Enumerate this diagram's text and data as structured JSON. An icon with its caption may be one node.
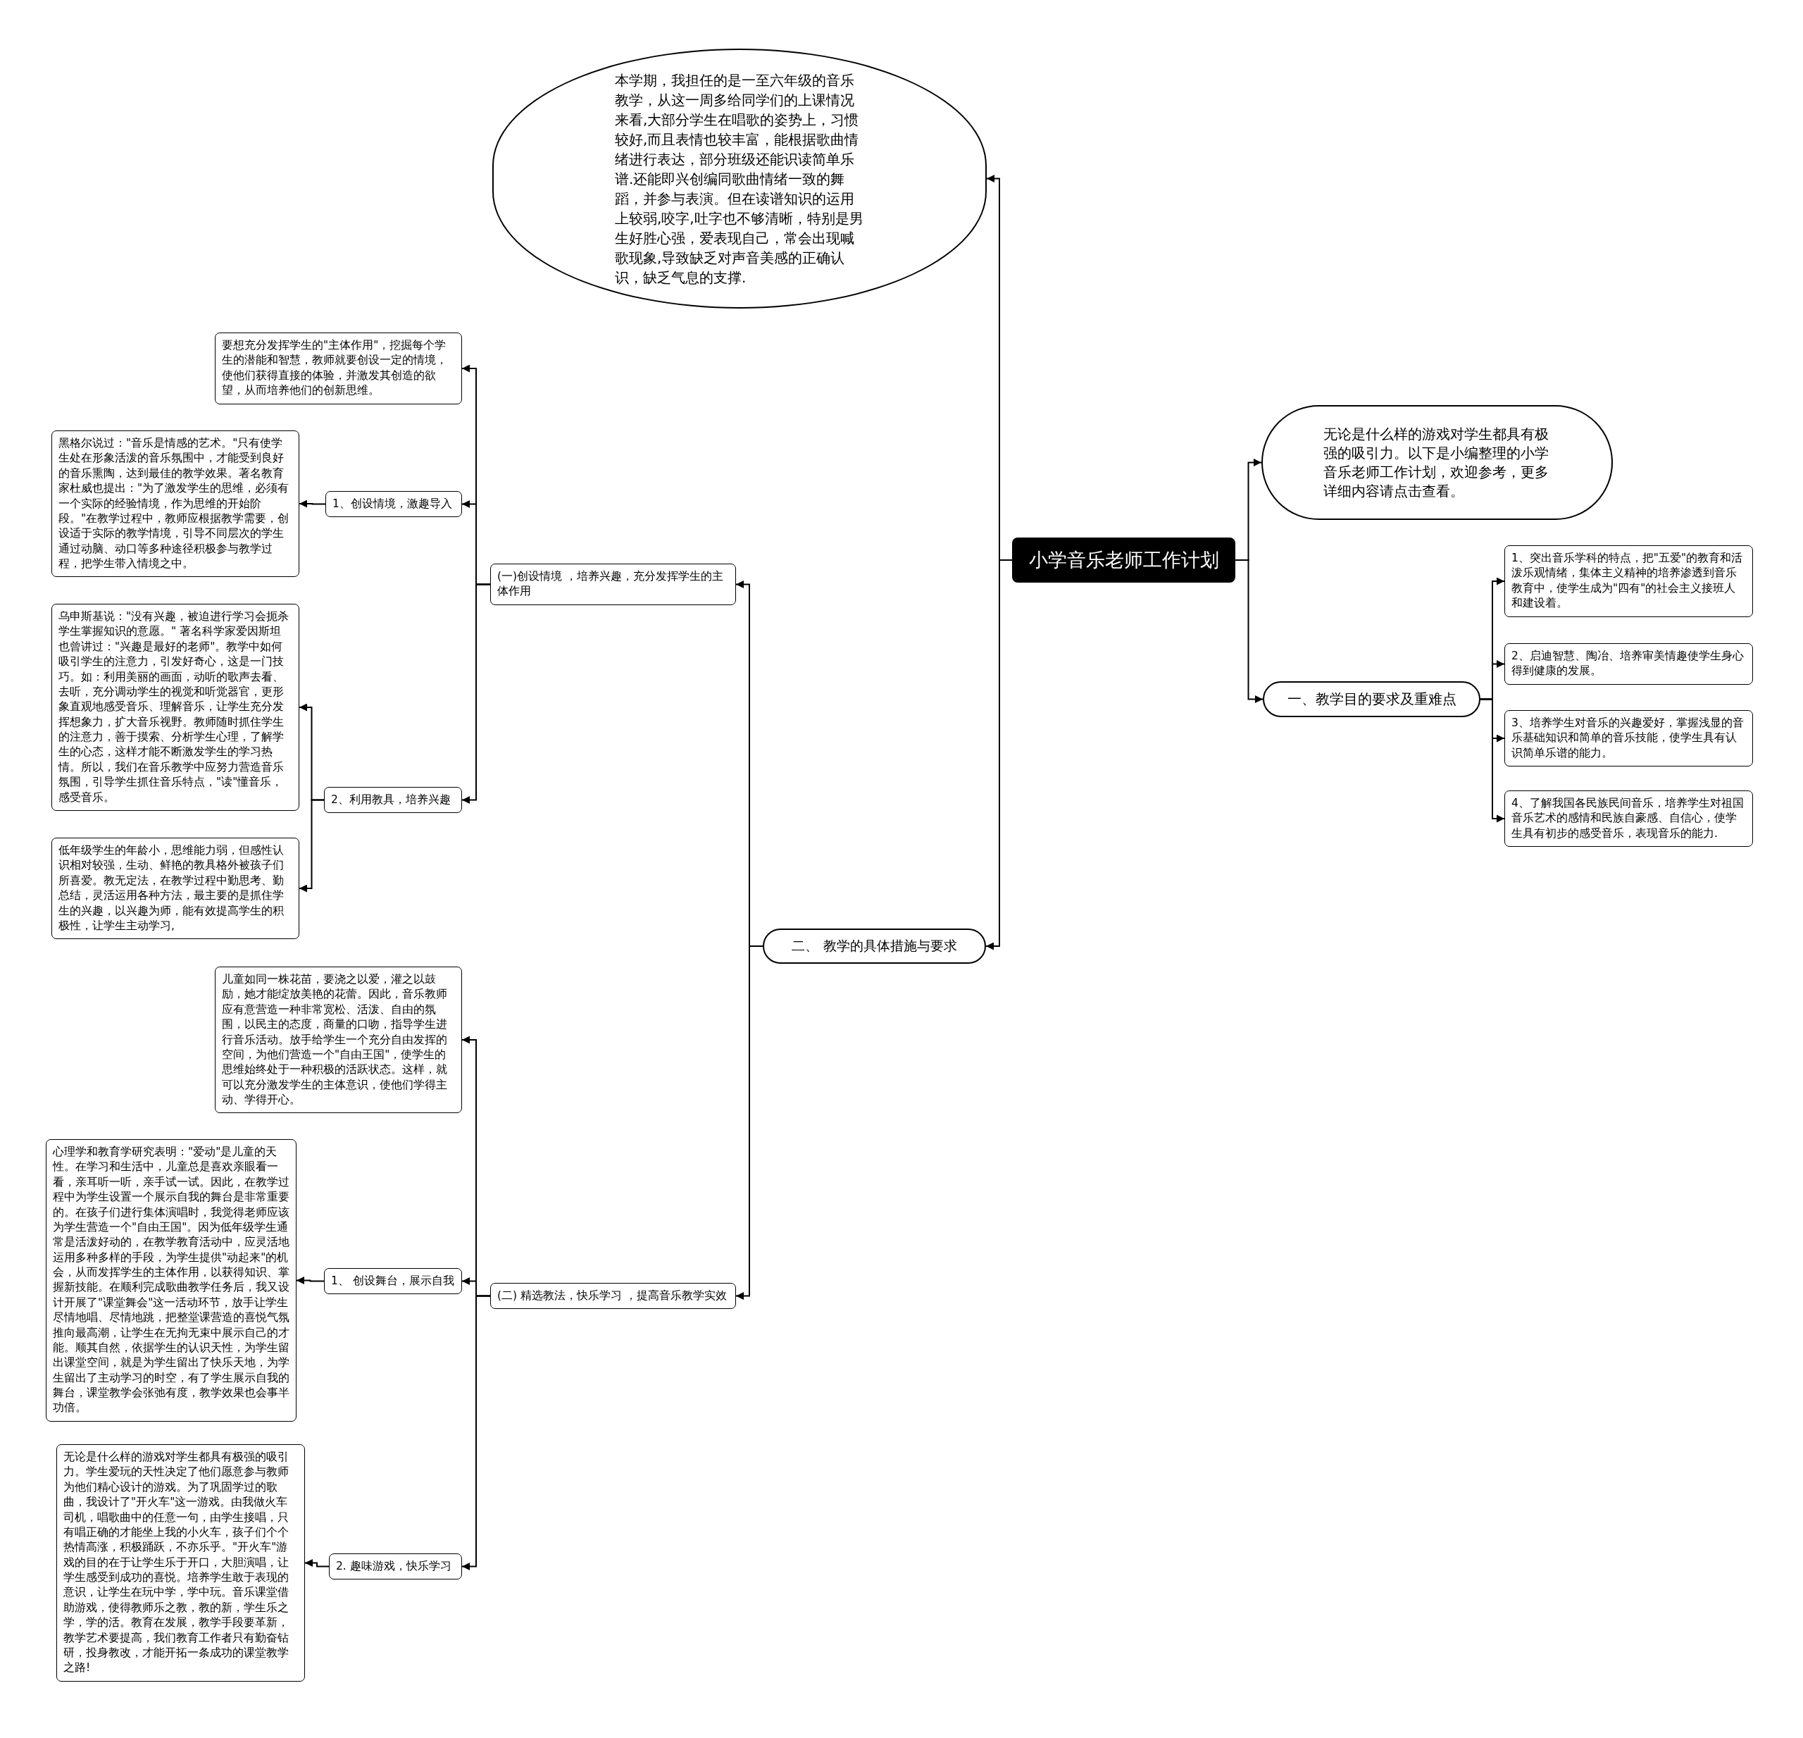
{
  "diagram": {
    "nodes": [
      {
        "text": [
          "小学音乐老师工作计划"
        ]
      },
      {
        "text": [
          "无论是什么样的游戏对学生都具有极强的吸引力。以下是小编整理的小学音乐老师工作计划，欢迎参考，更多详细内容请点击查看。"
        ]
      },
      {
        "text": [
          "一、教学目的要求及重难点"
        ]
      },
      {
        "text": [
          "1、突出音乐学科的特点，把\"五爱\"的教育和活泼乐观情绪，集体主义精神的培养渗透到音乐教育中，使学生成为\"四有\"的社会主义接班人和建设着。"
        ]
      },
      {
        "text": [
          "2、启迪智慧、陶冶、培养审美情趣使学生身心得到健康的发展。"
        ]
      },
      {
        "text": [
          "3、培养学生对音乐的兴趣爱好，掌握浅显的音乐基础知识和简单的音乐技能，使学生具有认识简单乐谱的能力。"
        ]
      },
      {
        "text": [
          "4、了解我国各民族民间音乐，培养学生对祖国音乐艺术的感情和民族自豪感、自信心，使学生具有初步的感受音乐，表现音乐的能力."
        ]
      },
      {
        "text": [
          "本学期，我担任的是一至六年级的音乐教学，从这一周多给同学们的上课情况来看,大部分学生在唱歌的姿势上，习惯较好,而且表情也较丰富，能根据歌曲情绪进行表达，部分班级还能识读简单乐谱.还能即兴创编同歌曲情绪一致的舞蹈，并参与表演。但在读谱知识的运用上较弱,咬字,吐字也不够清晰，特别是男生好胜心强，爱表现自己，常会出现喊歌现象,导致缺乏对声音美感的正确认识，缺乏气息的支撑."
        ]
      },
      {
        "text": [
          "二、 教学的具体措施与要求"
        ]
      },
      {
        "text": [
          "(一)创设情境 ，培养兴趣，充分发挥学生的主体作用"
        ]
      },
      {
        "text": [
          "要想充分发挥学生的\"主体作用\"，挖掘每个学生的潜能和智慧，教师就要创设一定的情境，使他们获得直接的体验，并激发其创造的欲望，从而培养他们的创新思维。"
        ]
      },
      {
        "text": [
          "1、创设情境，激趣导入"
        ]
      },
      {
        "text": [
          "黑格尔说过：\"音乐是情感的艺术。\"只有使学生处在形象活泼的音乐氛围中，才能受到良好的音乐熏陶，达到最佳的教学效果。著名教育家杜威也提出：\"为了激发学生的思维，必须有一个实际的经验情境，作为思维的开始阶段。\"在教学过程中，教师应根据教学需要，创设适于实际的教学情境，引导不同层次的学生通过动脑、动口等多种途径积极参与教学过程，把学生带入情境之中。"
        ]
      },
      {
        "text": [
          "2、利用教具，培养兴趣"
        ]
      },
      {
        "text": [
          "乌申斯基说：\"没有兴趣，被迫进行学习会扼杀学生掌握知识的意愿。\" 著名科学家爱因斯坦也曾讲过：\"兴趣是最好的老师\"。教学中如何吸引学生的注意力，引发好奇心，这是一门技巧。如：利用美丽的画面，动听的歌声去看、去听，充分调动学生的视觉和听觉器官，更形象直观地感受音乐、理解音乐，让学生充分发挥想象力，扩大音乐视野。教师随时抓住学生的注意力，善于摸索、分析学生心理，了解学生的心态，这样才能不断激发学生的学习热情。所以，我们在音乐教学中应努力营造音乐氛围，引导学生抓住音乐特点，\"读\"懂音乐，感受音乐。"
        ]
      },
      {
        "text": [
          "低年级学生的年龄小，思维能力弱，但感性认识相对较强，生动、鲜艳的教具格外被孩子们所喜爱。教无定法，在教学过程中勤思考、勤总结，灵活运用各种方法，最主要的是抓住学生的兴趣，以兴趣为师，能有效提高学生的积极性，让学生主动学习,"
        ]
      },
      {
        "text": [
          "(二) 精选教法，快乐学习 ，提高音乐教学实效"
        ]
      },
      {
        "text": [
          "儿童如同一株花苗，要浇之以爱，灌之以鼓励，她才能绽放美艳的花蕾。因此，音乐教师应有意营造一种非常宽松、活泼、自由的氛围，以民主的态度，商量的口吻，指导学生进行音乐活动。放手给学生一个充分自由发挥的空间，为他们营造一个\"自由王国\"，使学生的思维始终处于一种积极的活跃状态。这样，就可以充分激发学生的主体意识，使他们学得主动、学得开心。"
        ]
      },
      {
        "text": [
          "1、 创设舞台，展示自我"
        ]
      },
      {
        "text": [
          "心理学和教育学研究表明：\"爱动\"是儿童的天性。在学习和生活中，儿童总是喜欢亲眼看一看，亲耳听一听，亲手试一试。因此，在教学过程中为学生设置一个展示自我的舞台是非常重要的。在孩子们进行集体演唱时，我觉得老师应该为学生营造一个\"自由王国\"。因为低年级学生通常是活泼好动的，在教学教育活动中，应灵活地运用多种多样的手段，为学生提供\"动起来\"的机会，从而发挥学生的主体作用，以获得知识、掌握新技能。在顺利完成歌曲教学任务后，我又设计开展了\"课堂舞会\"这一活动环节，放手让学生尽情地唱、尽情地跳，把整堂课营造的喜悦气氛推向最高潮，让学生在无拘无束中展示自己的才能。顺其自然，依据学生的认识天性，为学生留出课堂空间，就是为学生留出了快乐天地，为学生留出了主动学习的时空，有了学生展示自我的舞台，课堂教学会张弛有度，教学效果也会事半功倍。"
        ]
      },
      {
        "text": [
          "2. 趣味游戏，快乐学习"
        ]
      },
      {
        "text": [
          "无论是什么样的游戏对学生都具有极强的吸引力。学生爱玩的天性决定了他们愿意参与教师为他们精心设计的游戏。为了巩固学过的歌曲，我设计了\"开火车\"这一游戏。由我做火车司机，唱歌曲中的任意一句，由学生接唱，只有唱正确的才能坐上我的小火车，孩子们个个热情高涨，积极踊跃，不亦乐乎。\"开火车\"游戏的目的在于让学生乐于开口，大胆演唱，让学生感受到成功的喜悦。培养学生敢于表现的意识，让学生在玩中学，学中玩。音乐课堂借助游戏，使得教师乐之教，教的新，学生乐之学，学的活。教育在发展，教学手段要革新，教学艺术要提高，我们教育工作者只有勤奋钻研，投身教改，才能开拓一条成功的课堂教学之路!"
        ]
      }
    ],
    "edges": [
      {
        "from": 0,
        "to": 1,
        "arrow": "to"
      },
      {
        "from": 0,
        "to": 2,
        "arrow": "to"
      },
      {
        "from": 2,
        "to": 3,
        "arrow": "to"
      },
      {
        "from": 2,
        "to": 4,
        "arrow": "to"
      },
      {
        "from": 2,
        "to": 5,
        "arrow": "to"
      },
      {
        "from": 2,
        "to": 6,
        "arrow": "to"
      },
      {
        "from": 0,
        "to": 7,
        "arrow": "to"
      },
      {
        "from": 0,
        "to": 8,
        "arrow": "to"
      },
      {
        "from": 8,
        "to": 9,
        "arrow": "to"
      },
      {
        "from": 9,
        "to": 10,
        "arrow": "to"
      },
      {
        "from": 9,
        "to": 11,
        "arrow": "to"
      },
      {
        "from": 11,
        "to": 12,
        "arrow": "to"
      },
      {
        "from": 9,
        "to": 13,
        "arrow": "to"
      },
      {
        "from": 13,
        "to": 14,
        "arrow": "to"
      },
      {
        "from": 13,
        "to": 15,
        "arrow": "to"
      },
      {
        "from": 8,
        "to": 16,
        "arrow": "to"
      },
      {
        "from": 16,
        "to": 17,
        "arrow": "to"
      },
      {
        "from": 16,
        "to": 18,
        "arrow": "to"
      },
      {
        "from": 18,
        "to": 19,
        "arrow": "to"
      },
      {
        "from": 16,
        "to": 20,
        "arrow": "to"
      },
      {
        "from": 20,
        "to": 21,
        "arrow": "to"
      }
    ]
  }
}
